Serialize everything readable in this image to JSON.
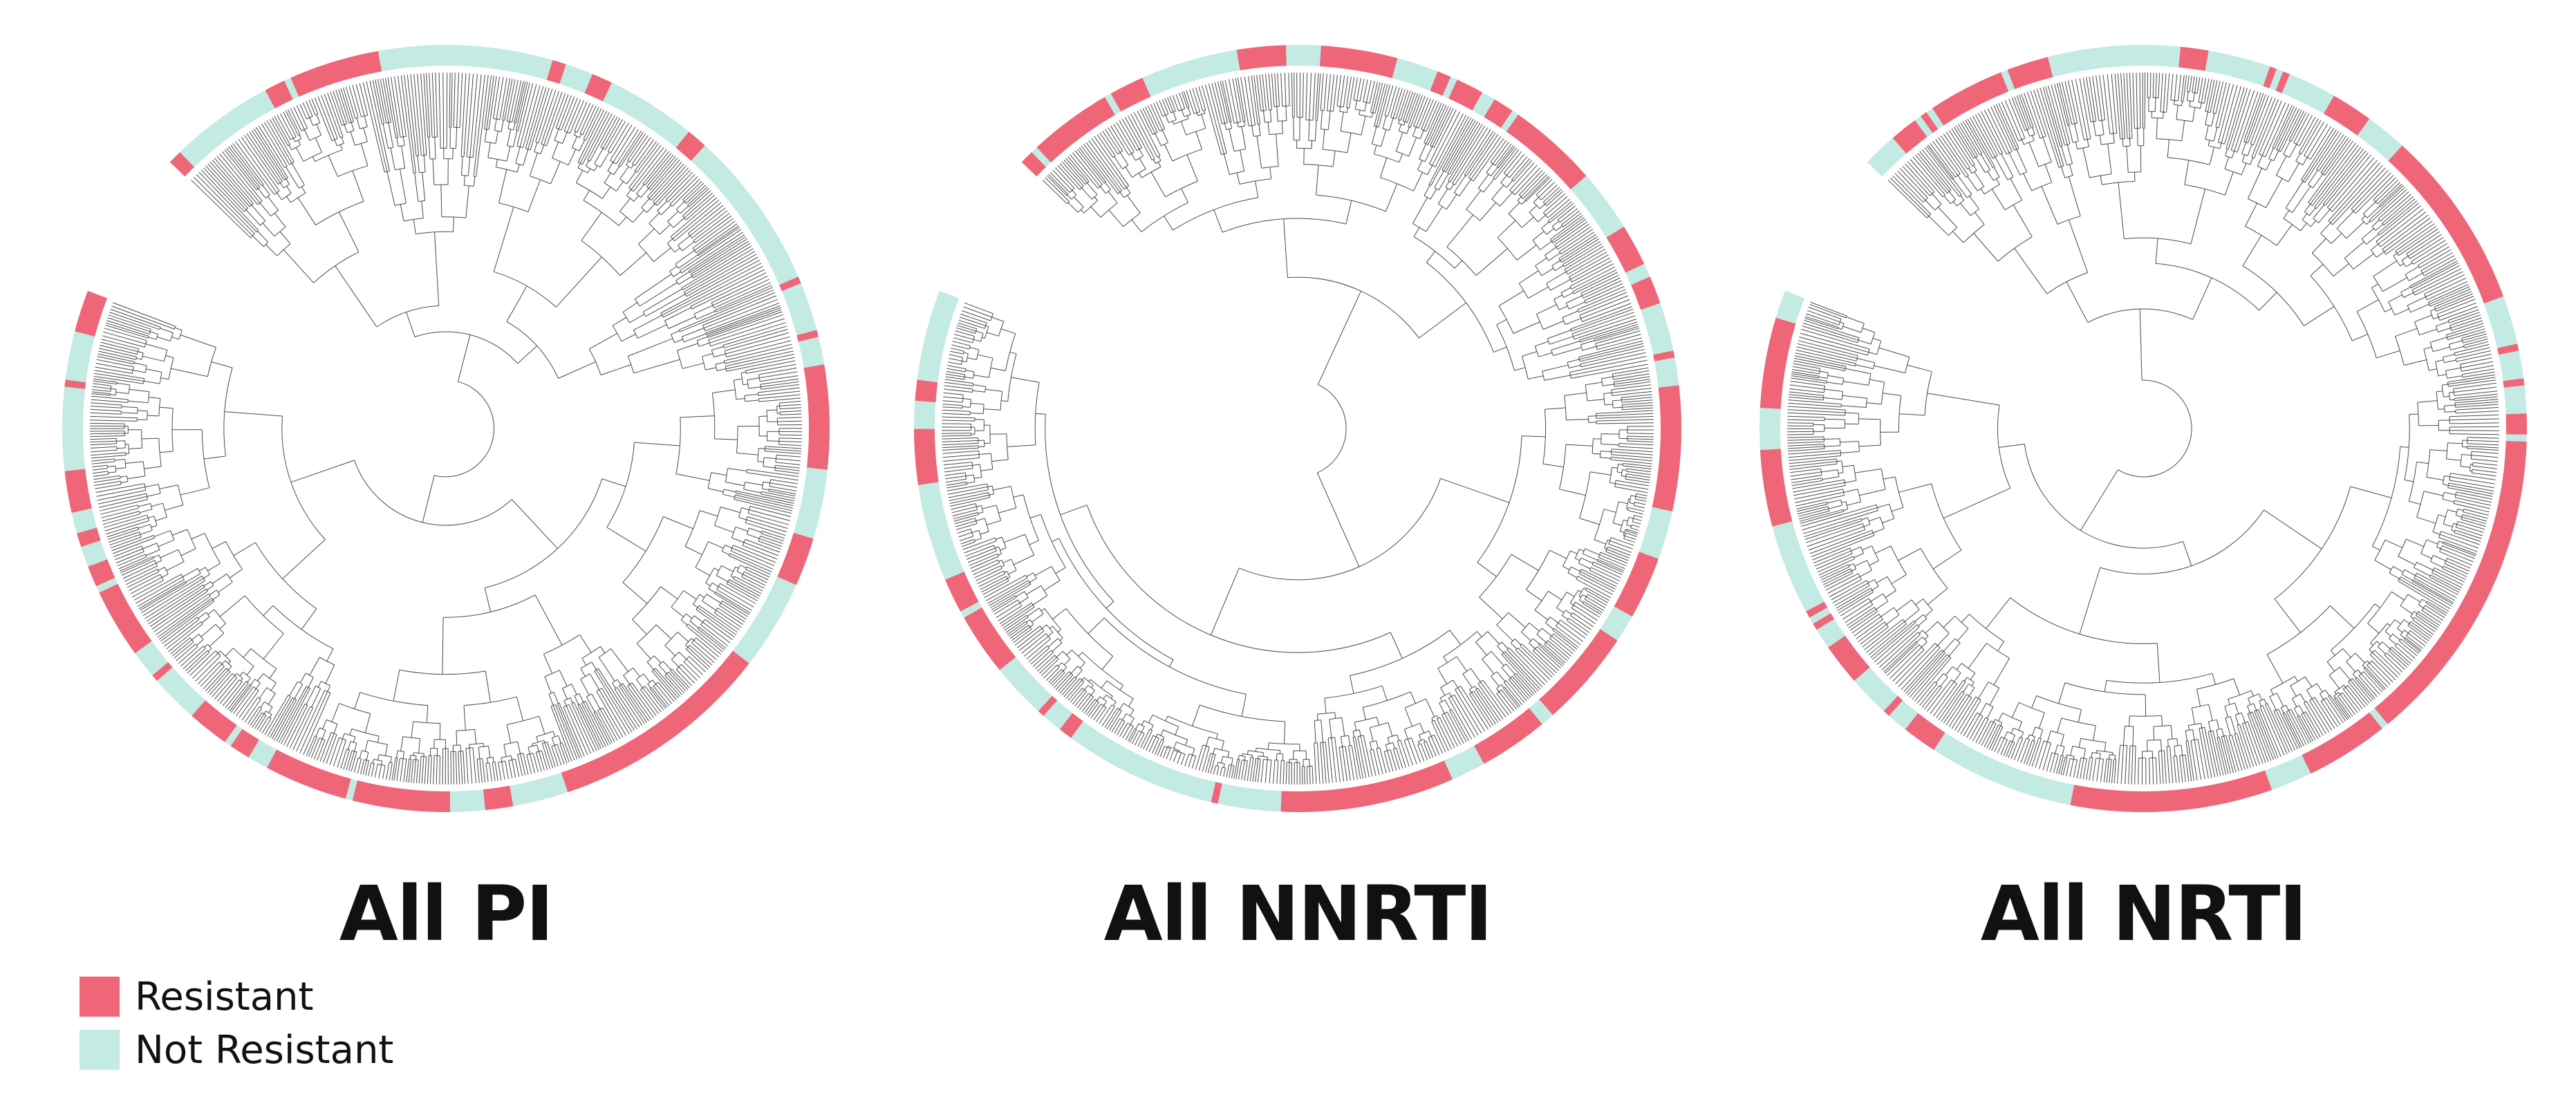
{
  "colors": {
    "resistant": "#EE6677",
    "not_resistant": "#C4EAE4",
    "branch": "#4a4a4a",
    "title": "#111111"
  },
  "panels": [
    {
      "title": "All PI",
      "resistant_share": 0.5
    },
    {
      "title": "All NNRTI",
      "resistant_share": 0.5
    },
    {
      "title": "All NRTI",
      "resistant_share": 0.6
    }
  ],
  "legend": {
    "items": [
      {
        "label": "Resistant",
        "color_key": "resistant"
      },
      {
        "label": "Not Resistant",
        "color_key": "not_resistant"
      }
    ]
  }
}
